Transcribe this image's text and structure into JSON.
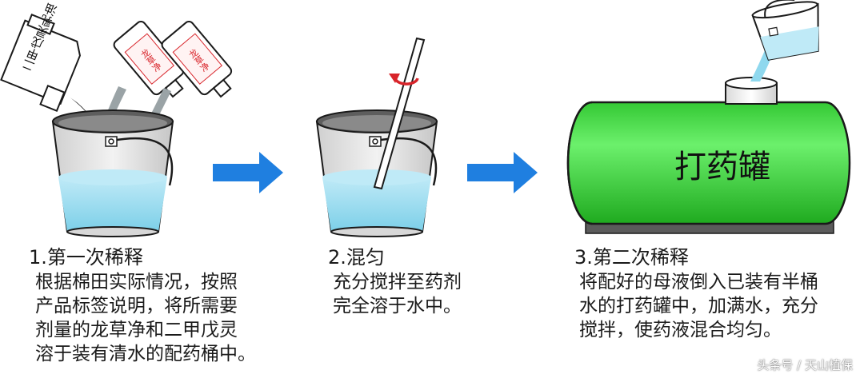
{
  "steps": [
    {
      "title": "1.第一次稀释",
      "lines": [
        "根据棉田实际情况，按照",
        "产品标签说明，将所需要",
        "剂量的龙草净和二甲戊灵",
        "溶于装有清水的配药桶中。"
      ]
    },
    {
      "title": "2.混匀",
      "lines": [
        "充分搅拌至药剂",
        "完全溶于水中。"
      ]
    },
    {
      "title": "3.第二次稀释",
      "lines": [
        "将配好的母液倒入已装有半桶",
        "水的打药罐中，加满水，充分",
        "搅拌，使药液混合均匀。"
      ]
    }
  ],
  "bottles": {
    "jug_label": "二甲戊灵乳油",
    "bottle1_label": "龙草净",
    "bottle2_label": "龙草净"
  },
  "tank": {
    "label": "打药罐"
  },
  "watermark": "头条号 / 天山植保",
  "colors": {
    "water": "#8fd8ee",
    "bucket_body": "#e4e4e4",
    "arrow": "#1f7fe0",
    "tank_green": "#3ee03e",
    "stir_arrow": "#d8242a",
    "label_red": "#d8242a"
  },
  "icons": [
    "bucket-icon",
    "jug-icon",
    "bottle-icon",
    "stir-rod-icon",
    "rotation-arrow-icon",
    "right-arrow-icon",
    "spray-tank-icon",
    "pouring-bucket-icon"
  ]
}
